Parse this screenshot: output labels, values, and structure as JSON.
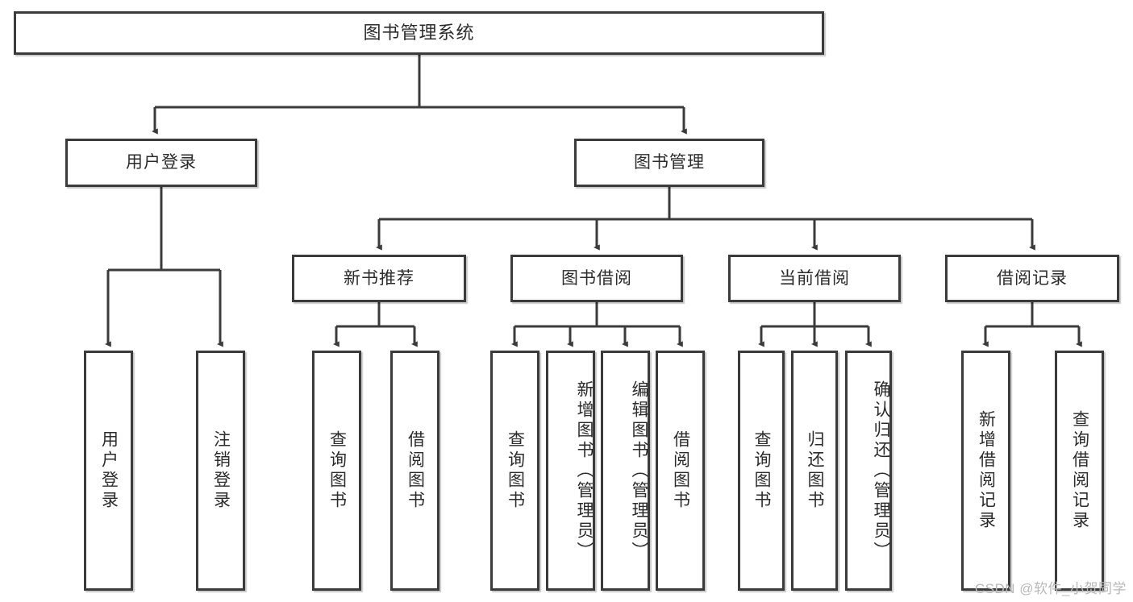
{
  "diagram": {
    "type": "tree",
    "title": "图书管理系统",
    "watermark": "CSDN @软件_小贺同学",
    "colors": {
      "node_border": "#3b3b3b",
      "node_fill": "#ffffff",
      "edge": "#3b3b3b",
      "text": "#2b2b2b",
      "watermark": "#b9b9b9"
    },
    "nodes": {
      "root": {
        "label": "图书管理系统"
      },
      "level2": [
        {
          "id": "user-login",
          "label": "用户登录"
        },
        {
          "id": "book-manage",
          "label": "图书管理"
        }
      ],
      "level3": [
        {
          "id": "new-book-recommend",
          "label": "新书推荐"
        },
        {
          "id": "book-borrow",
          "label": "图书借阅"
        },
        {
          "id": "current-borrow",
          "label": "当前借阅"
        },
        {
          "id": "borrow-record",
          "label": "借阅记录"
        }
      ],
      "leaves": {
        "user-login": [
          {
            "id": "leaf-user-login",
            "label": "用户登录"
          },
          {
            "id": "leaf-user-logout",
            "label": "注销登录"
          }
        ],
        "new-book-recommend": [
          {
            "id": "leaf-query-book-1",
            "label": "查询图书"
          },
          {
            "id": "leaf-borrow-book-1",
            "label": "借阅图书"
          }
        ],
        "book-borrow": [
          {
            "id": "leaf-query-book-2",
            "label": "查询图书"
          },
          {
            "id": "leaf-add-book",
            "label": "新增图书（管理员）"
          },
          {
            "id": "leaf-edit-book",
            "label": "编辑图书（管理员）"
          },
          {
            "id": "leaf-borrow-book-2",
            "label": "借阅图书"
          }
        ],
        "current-borrow": [
          {
            "id": "leaf-query-book-3",
            "label": "查询图书"
          },
          {
            "id": "leaf-return-book",
            "label": "归还图书"
          },
          {
            "id": "leaf-confirm-return",
            "label": "确认归还（管理员）"
          }
        ],
        "borrow-record": [
          {
            "id": "leaf-add-record",
            "label": "新增借阅记录"
          },
          {
            "id": "leaf-query-record",
            "label": "查询借阅记录"
          }
        ]
      }
    }
  }
}
